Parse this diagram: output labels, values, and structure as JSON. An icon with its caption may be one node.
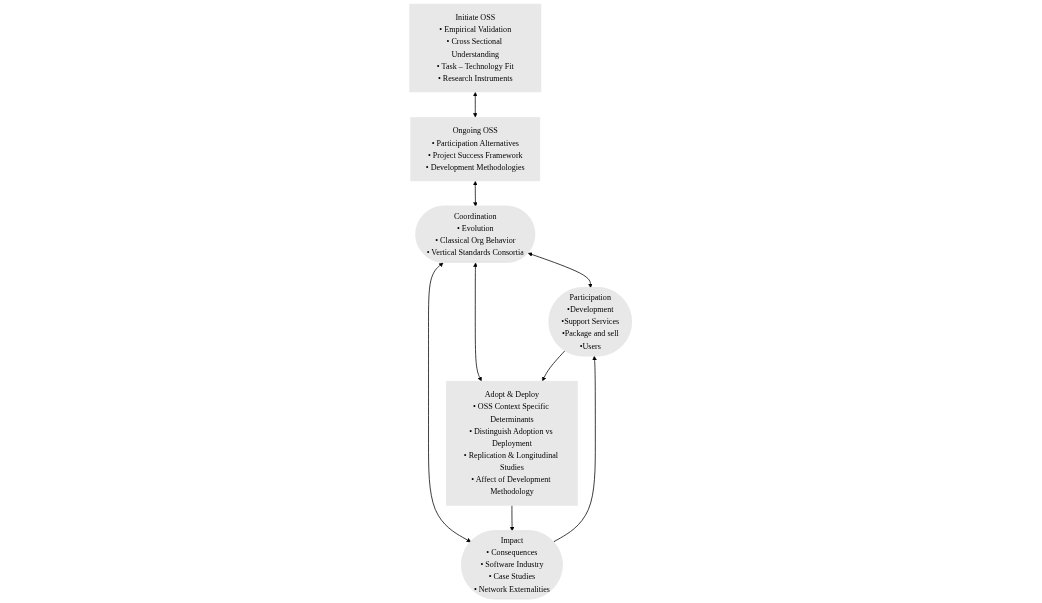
{
  "diagram": {
    "nodes": [
      {
        "text": [
          "Initiate OSS",
          "• Empirical Validation",
          "• Cross Sectional Understanding",
          "• Task – Technology Fit",
          "• Research Instruments"
        ]
      },
      {
        "text": [
          "Ongoing OSS",
          "• Participation Alternatives",
          "• Project Success Framework",
          "• Development Methodologies"
        ]
      },
      {
        "text": [
          "Coordination",
          "• Evolution",
          "• Classical Org Behavior",
          "• Vertical Standards Consortia"
        ]
      },
      {
        "text": [
          "Participation",
          "•Development",
          "•Support Services",
          "•Package and sell",
          "•Users"
        ]
      },
      {
        "text": [
          "Impact",
          "• Consequences",
          "• Software Industry",
          "• Case Studies",
          "• Network Externalities"
        ]
      },
      {
        "text": [
          "Adopt & Deploy",
          "• OSS Context Specific Determinants",
          "• Distinguish Adoption vs Deployment",
          "• Replication & Longitudinal Studies",
          "• Affect of Development Methodology"
        ]
      }
    ],
    "edges": [
      {
        "from": 0,
        "to": 1,
        "arrow": "both"
      },
      {
        "from": 1,
        "to": 2,
        "arrow": "both"
      },
      {
        "from": 2,
        "to": 3,
        "arrow": "both"
      },
      {
        "from": 2,
        "to": 4,
        "arrow": "both"
      },
      {
        "from": 2,
        "to": 5,
        "arrow": "both"
      },
      {
        "from": 3,
        "to": 5,
        "arrow": "to"
      },
      {
        "from": 5,
        "to": 4,
        "arrow": "to"
      },
      {
        "from": 4,
        "to": 3,
        "arrow": "to"
      }
    ]
  }
}
